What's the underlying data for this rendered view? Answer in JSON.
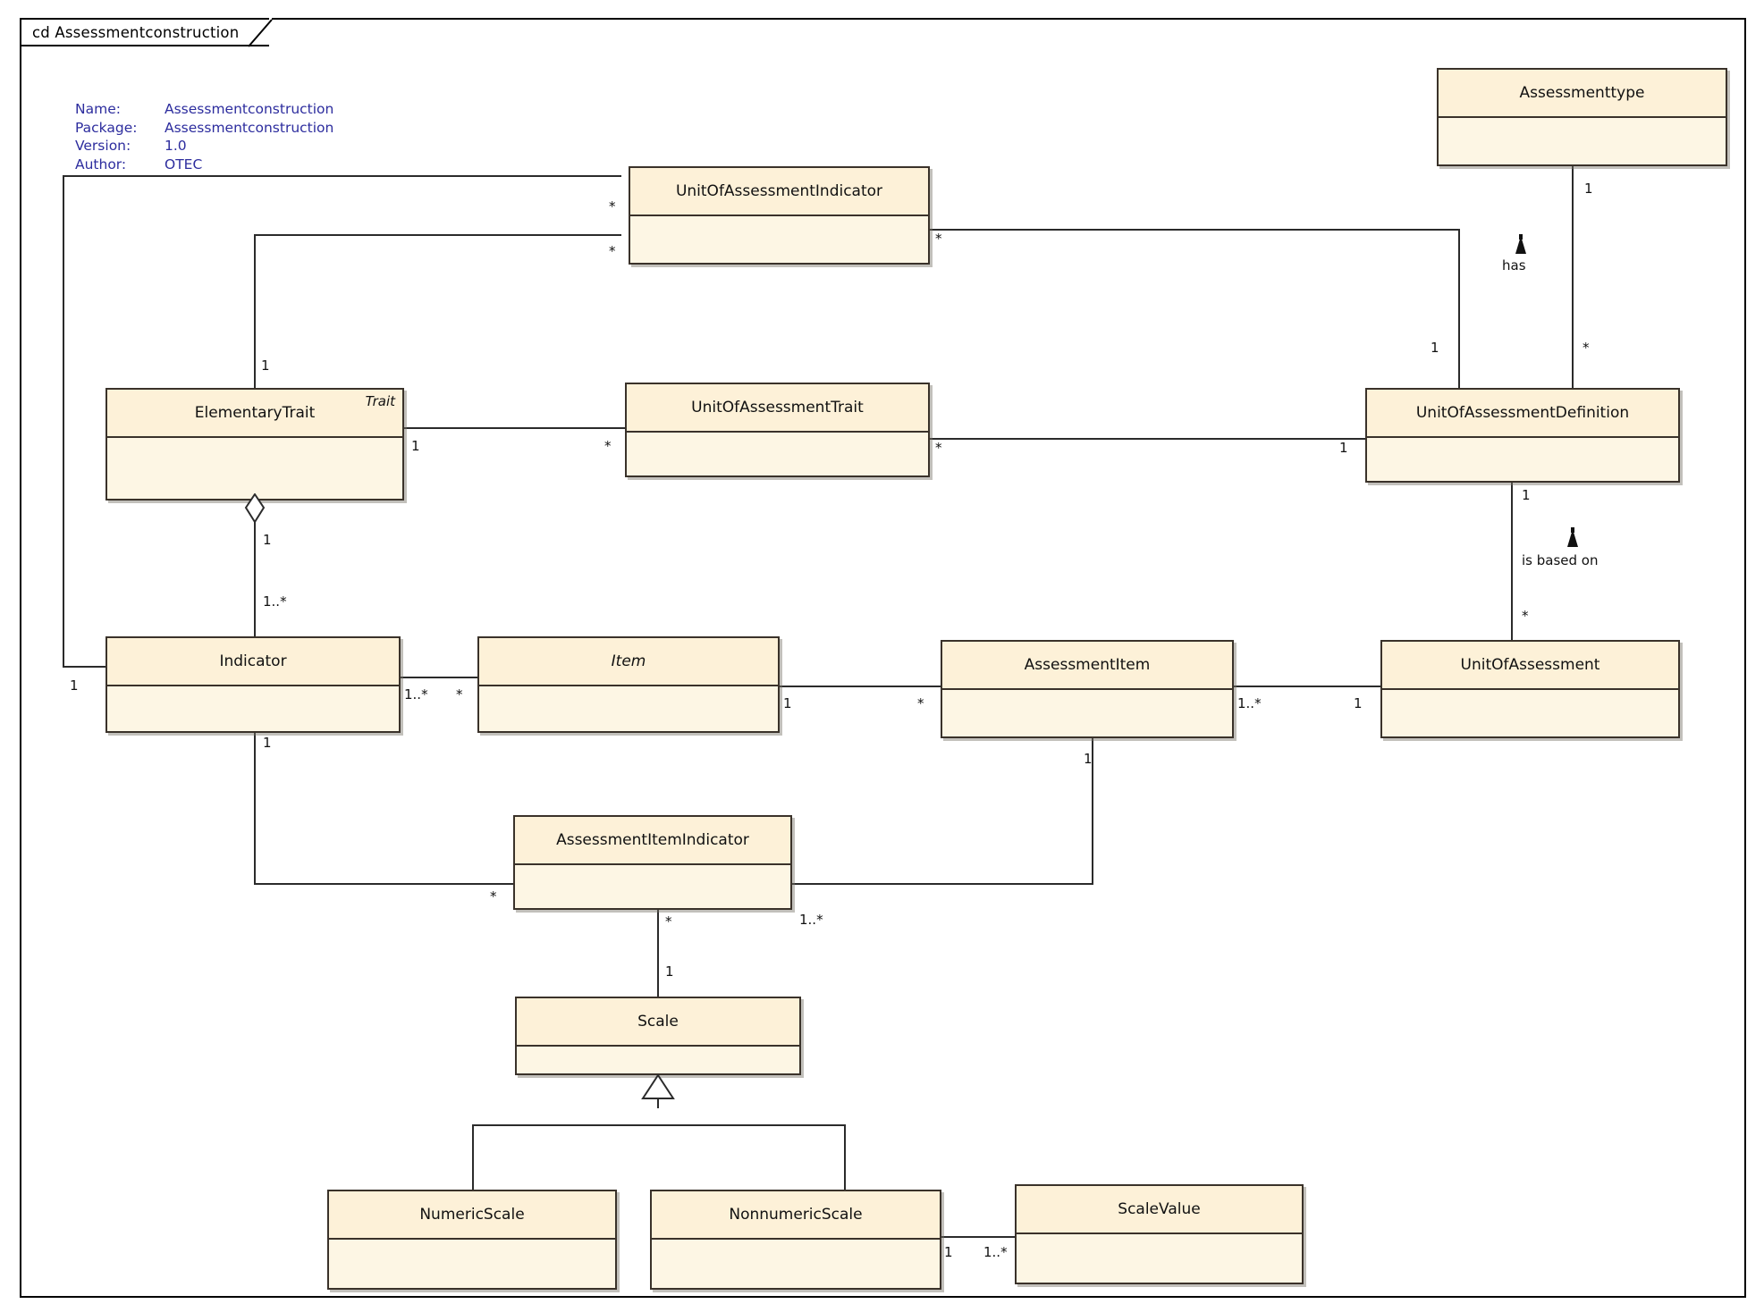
{
  "frame": {
    "tab_label": "cd Assessmentconstruction"
  },
  "meta": {
    "name_key": "Name:",
    "name_value": "Assessmentconstruction",
    "package_key": "Package:",
    "package_value": "Assessmentconstruction",
    "version_key": "Version:",
    "version_value": "1.0",
    "author_key": "Author:",
    "author_value": "OTEC",
    "color": "#2d2d9e"
  },
  "classes": [
    {
      "id": "assessmenttype",
      "name": "Assessmenttype",
      "abstract": false,
      "corner_tag": ""
    },
    {
      "id": "unitofassessmentindicator",
      "name": "UnitOfAssessmentIndicator",
      "abstract": false,
      "corner_tag": ""
    },
    {
      "id": "elementarytrait",
      "name": "ElementaryTrait",
      "abstract": false,
      "corner_tag": "Trait"
    },
    {
      "id": "unitofassessmenttrait",
      "name": "UnitOfAssessmentTrait",
      "abstract": false,
      "corner_tag": ""
    },
    {
      "id": "unitofassessmentdefinition",
      "name": "UnitOfAssessmentDefinition",
      "abstract": false,
      "corner_tag": ""
    },
    {
      "id": "indicator",
      "name": "Indicator",
      "abstract": false,
      "corner_tag": ""
    },
    {
      "id": "item",
      "name": "Item",
      "abstract": true,
      "corner_tag": ""
    },
    {
      "id": "assessmentitem",
      "name": "AssessmentItem",
      "abstract": false,
      "corner_tag": ""
    },
    {
      "id": "unitofassessment",
      "name": "UnitOfAssessment",
      "abstract": false,
      "corner_tag": ""
    },
    {
      "id": "assessmentitemindicator",
      "name": "AssessmentItemIndicator",
      "abstract": false,
      "corner_tag": ""
    },
    {
      "id": "scale",
      "name": "Scale",
      "abstract": false,
      "corner_tag": ""
    },
    {
      "id": "numericscale",
      "name": "NumericScale",
      "abstract": false,
      "corner_tag": ""
    },
    {
      "id": "nonnumericscale",
      "name": "NonnumericScale",
      "abstract": false,
      "corner_tag": ""
    },
    {
      "id": "scalevalue",
      "name": "ScaleValue",
      "abstract": false,
      "corner_tag": ""
    }
  ],
  "association_labels": {
    "has": "has",
    "is_based_on": "is based on"
  },
  "multiplicities": {
    "assessmenttype_to_def_top": "1",
    "assessmenttype_to_def_bottom": "*",
    "uoaindicator_left_top": "*",
    "uoaindicator_left_bottom": "*",
    "uoaindicator_right": "*",
    "uoadefinition_indicator_side": "1",
    "elementarytrait_top": "1",
    "elementarytrait_right": "1",
    "uoatrait_left": "*",
    "uoatrait_right": "*",
    "uoadefinition_trait_side": "1",
    "uoadefinition_based_top": "1",
    "uoa_based_bottom": "*",
    "trait_aggregation_one": "1",
    "trait_aggregation_many": "1..*",
    "indicator_left": "1",
    "indicator_right": "1..*",
    "item_left": "*",
    "item_right": "1",
    "assessmentitem_left": "*",
    "assessmentitem_right": "1..*",
    "unitofassessment_left": "1",
    "indicator_bottom": "1",
    "assessmentitemindicator_left": "*",
    "assessmentitemindicator_right": "1..*",
    "assessmentitem_bottom": "1",
    "aii_scale_top": "*",
    "aii_scale_bottom": "1",
    "nonnumericscale_right": "1",
    "scalevalue_left": "1..*"
  },
  "style": {
    "class_fill": "#fdf3dd",
    "class_border": "#3a322a",
    "line_color": "#2b2b2b",
    "background": "#ffffff"
  }
}
